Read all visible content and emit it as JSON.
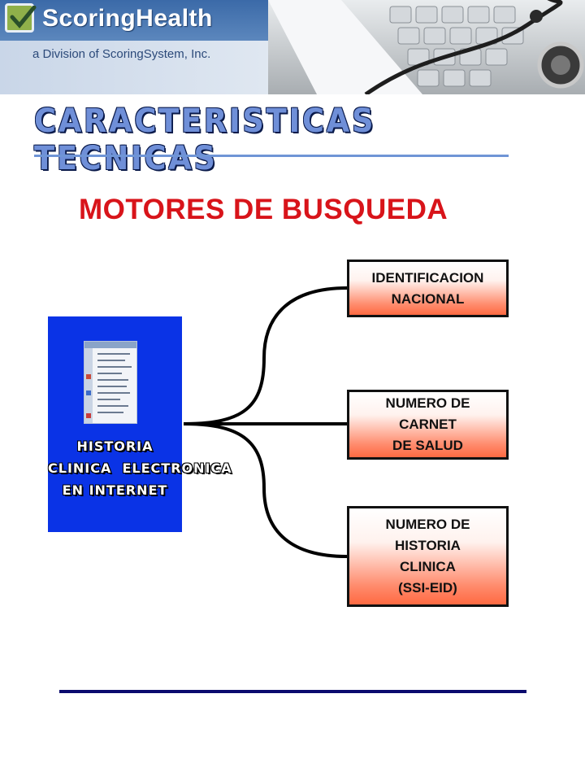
{
  "header": {
    "brand": "ScoringHealth",
    "tagline": "a Division of ScoringSystem, Inc.",
    "logo_icon": "checkbox-check-icon",
    "photo": "keyboard-stethoscope-photo"
  },
  "title": "CARACTERISTICAS TECNICAS",
  "heading": "MOTORES DE BUSQUEDA",
  "panel": {
    "caption_lines": [
      "HISTORIA",
      "CLINICA  ELECTRONICA",
      "EN INTERNET"
    ],
    "color": "#0a33e6"
  },
  "boxes": [
    {
      "text": "IDENTIFICACION\nNACIONAL"
    },
    {
      "text": "NUMERO DE\nCARNET\nDE SALUD"
    },
    {
      "text": "NUMERO DE\nHISTORIA\nCLINICA\n(SSI-EID)"
    }
  ],
  "colors": {
    "heading": "#d8141a",
    "title": "#6f8fd8",
    "accent_rule": "#6f95d6",
    "footer_rule": "#0a0a6e"
  }
}
